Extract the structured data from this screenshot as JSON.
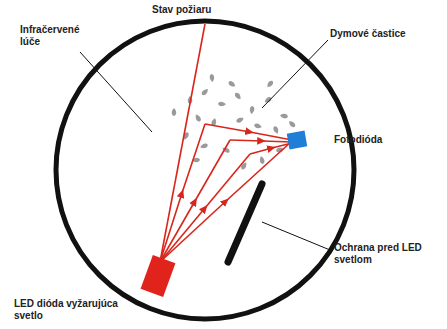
{
  "diagram": {
    "labels": [
      "Stav požiaru",
      "Infračervené lúče",
      "Dymové častice",
      "Fotodióda",
      "Ochrana pred LED svetlom",
      "LED dióda vyžarujúca svetlo"
    ]
  }
}
